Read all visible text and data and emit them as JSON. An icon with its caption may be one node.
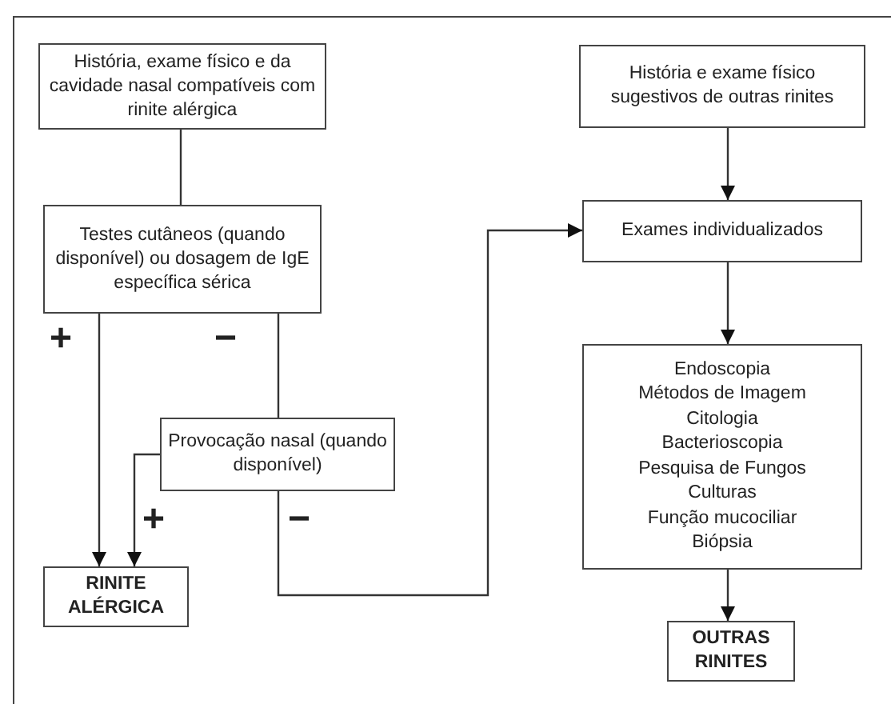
{
  "diagram": {
    "nodes": [
      {
        "text": [
          "História, exame físico e da cavidade nasal compatíveis com rinite alérgica"
        ]
      },
      {
        "text": [
          "Testes cutâneos (quando disponível) ou dosagem de IgE específica sérica"
        ]
      },
      {
        "text": [
          "Provocação nasal (quando disponível)"
        ]
      },
      {
        "text": [
          "RINITE ALÉRGICA"
        ]
      },
      {
        "text": [
          "História e exame físico sugestivos de outras rinites"
        ]
      },
      {
        "text": [
          "Exames individualizados"
        ]
      },
      {
        "text": [
          "Endoscopia",
          "Métodos de Imagem",
          "Citologia",
          "Bacterioscopia",
          "Pesquisa de Fungos",
          "Culturas",
          "Função mucociliar",
          "Biópsia"
        ]
      },
      {
        "text": [
          "OUTRAS RINITES"
        ]
      }
    ],
    "edges": [
      {
        "from": 0,
        "to": 1,
        "arrow": "none"
      },
      {
        "from": 1,
        "to": 3,
        "arrow": "to",
        "label": "+"
      },
      {
        "from": 1,
        "to": 2,
        "arrow": "none",
        "label": "−"
      },
      {
        "from": 2,
        "to": 3,
        "arrow": "to",
        "label": "+"
      },
      {
        "from": 2,
        "to": 5,
        "arrow": "to",
        "label": "−"
      },
      {
        "from": 4,
        "to": 5,
        "arrow": "to"
      },
      {
        "from": 5,
        "to": 6,
        "arrow": "to"
      },
      {
        "from": 6,
        "to": 7,
        "arrow": "to"
      }
    ]
  }
}
